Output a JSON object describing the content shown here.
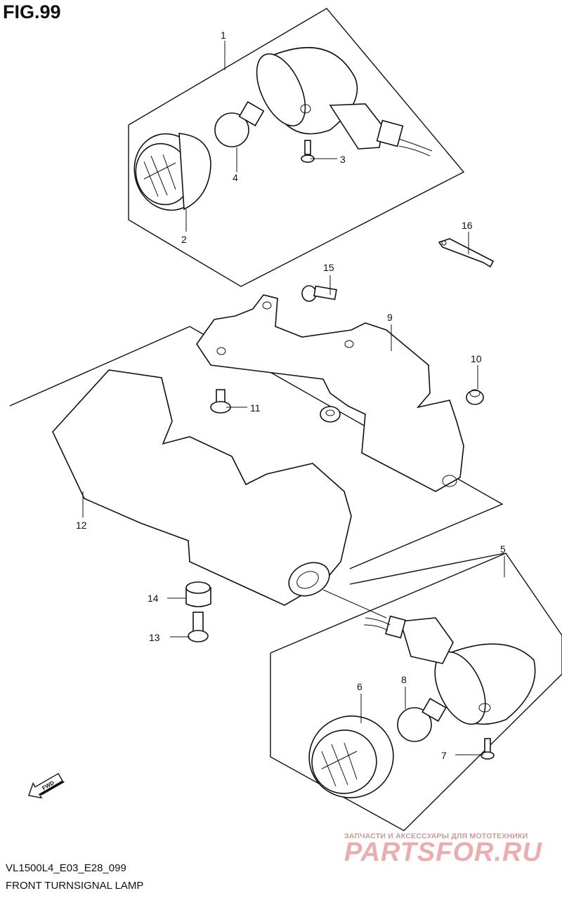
{
  "figure": {
    "title": "FIG.99",
    "code": "VL1500L4_E03_E28_099",
    "caption": "FRONT TURNSIGNAL LAMP"
  },
  "callouts": [
    "1",
    "2",
    "3",
    "4",
    "5",
    "6",
    "7",
    "8",
    "9",
    "10",
    "11",
    "12",
    "13",
    "14",
    "15",
    "16"
  ],
  "fwd_arrow": {
    "label": "FWD",
    "icon": "fwd-arrow-icon"
  },
  "watermark": {
    "tagline": "ЗАПЧАСТИ И АКСЕССУАРЫ ДЛЯ МОТОТЕХНИКИ",
    "logo": "PARTSFOR.RU",
    "color": "#e8a0a0"
  }
}
